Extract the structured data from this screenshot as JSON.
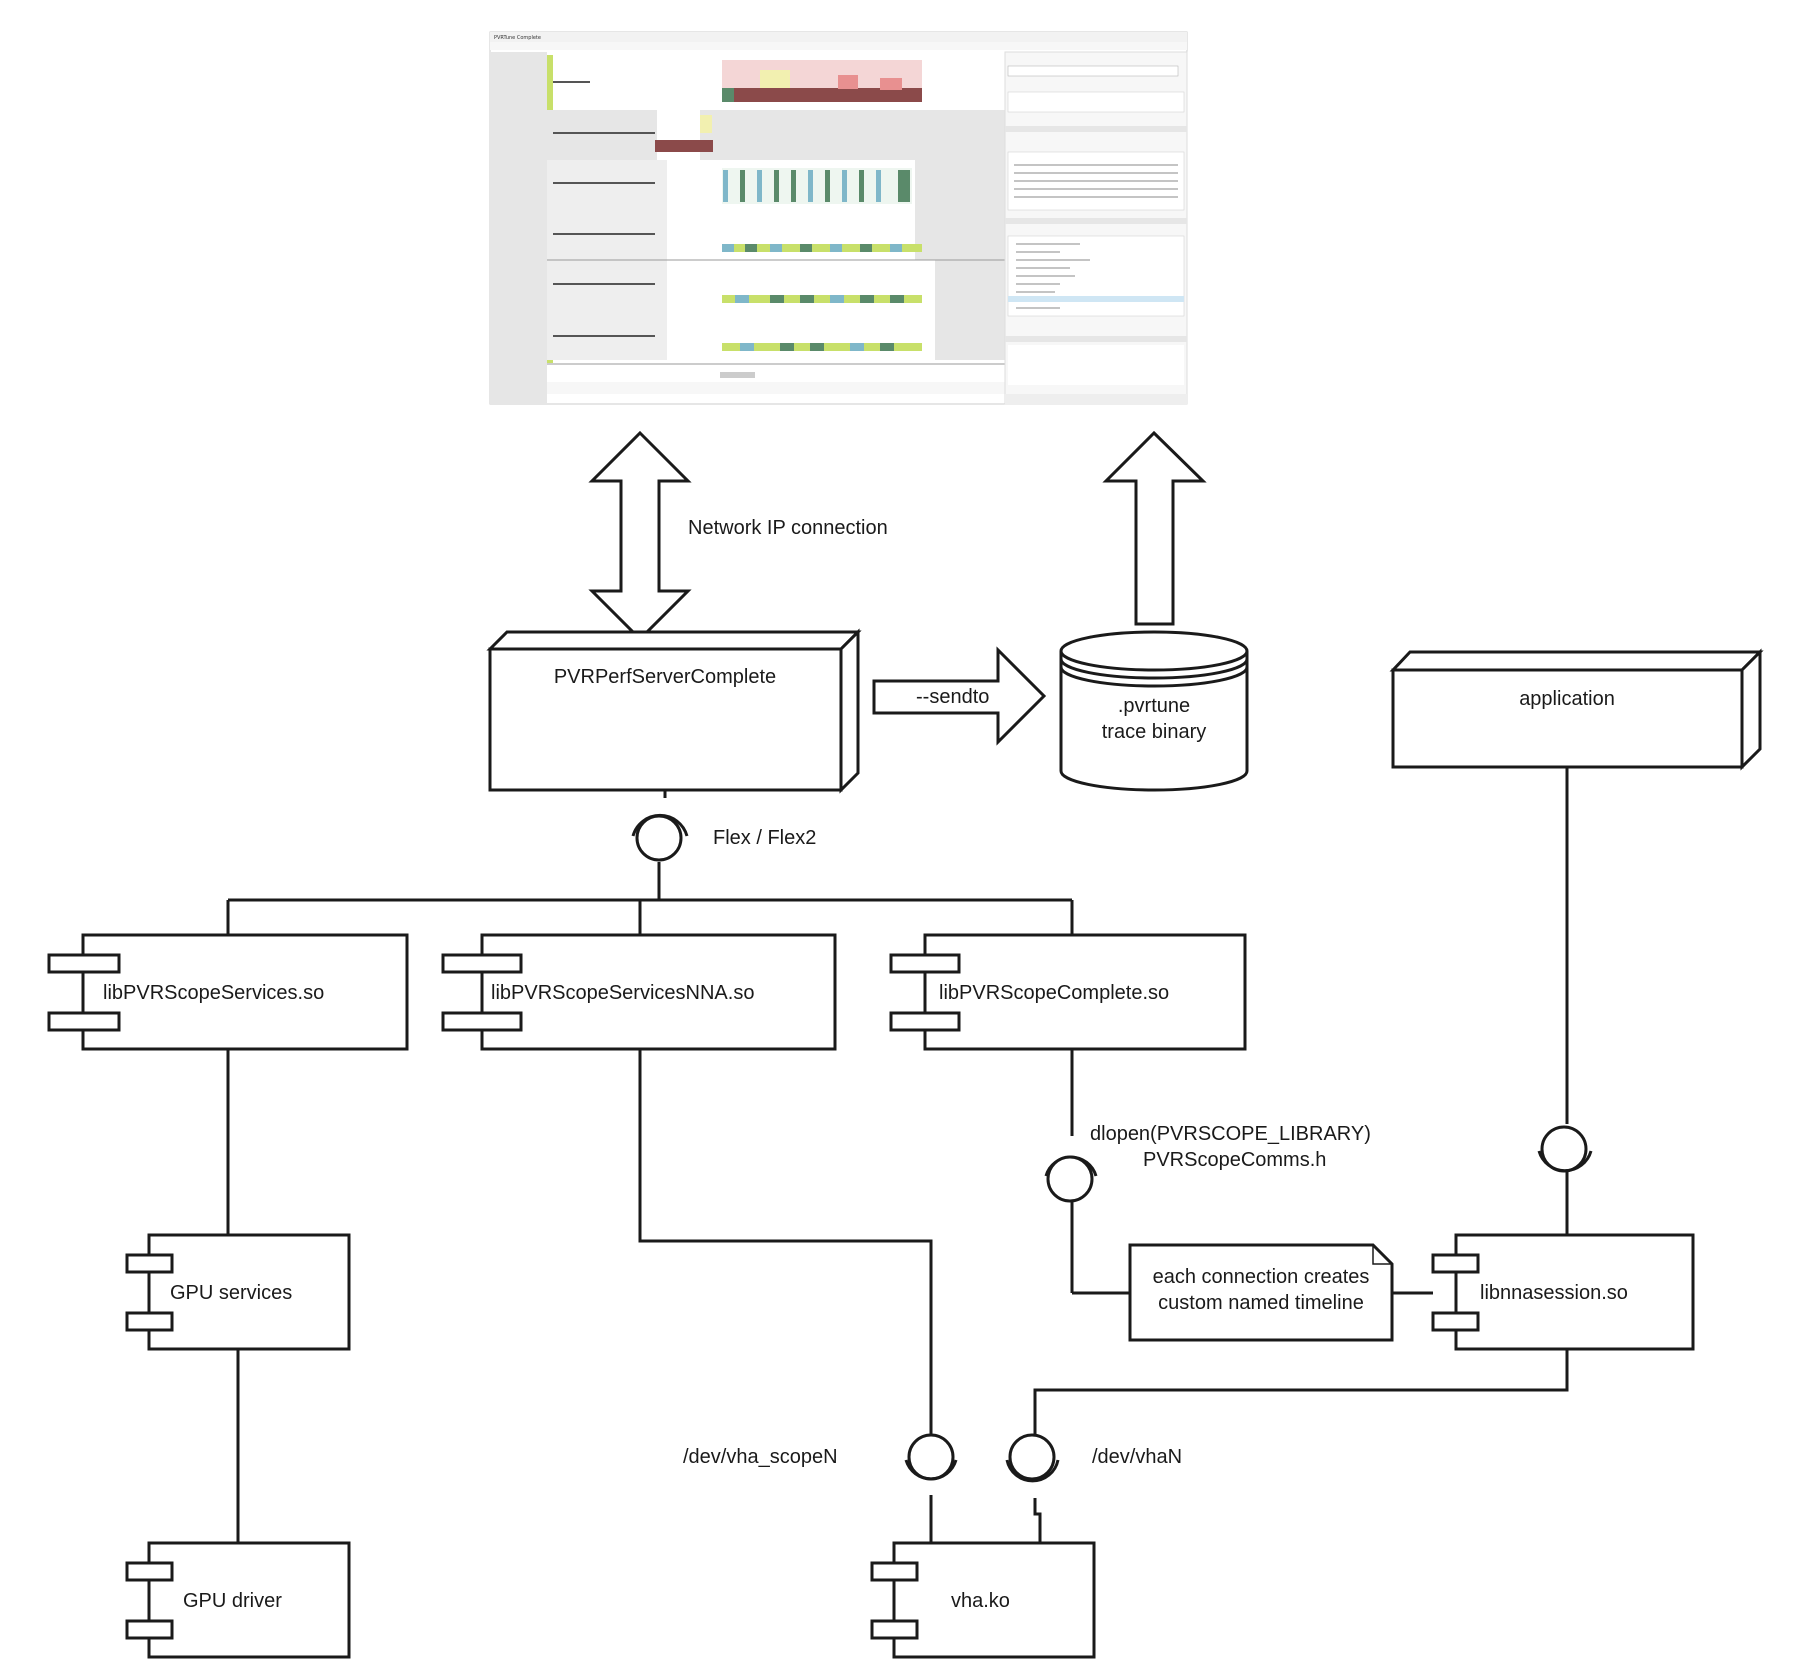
{
  "screenshot": {
    "title_bar_text": "PVRTune Complete",
    "description_icon": "pvrtune-window-thumbnail"
  },
  "arrows": {
    "network_label": "Network IP connection",
    "sendto_label": "--sendto"
  },
  "nodes": {
    "server": "PVRPerfServerComplete",
    "application": "application",
    "trace_line1": ".pvrtune",
    "trace_line2": "trace binary"
  },
  "interfaces": {
    "flex": "Flex / Flex2",
    "dlopen_line1": "dlopen(PVRSCOPE_LIBRARY)",
    "dlopen_line2": "PVRScopeComms.h",
    "vha_scope": "/dev/vha_scopeN",
    "vha": "/dev/vhaN"
  },
  "components": {
    "lib_services": "libPVRScopeServices.so",
    "lib_services_nna": "libPVRScopeServicesNNA.so",
    "lib_complete": "libPVRScopeComplete.so",
    "gpu_services": "GPU services",
    "gpu_driver": "GPU driver",
    "vha_ko": "vha.ko",
    "libnnasession": "libnnasession.so"
  },
  "note": {
    "line1": "each connection creates",
    "line2": "custom named timeline"
  },
  "colors": {
    "line": "#1a1a1a",
    "background": "#ffffff",
    "screenshot_bg": "#e6e6e6",
    "timeline_green": "#5a8a6a",
    "timeline_teal": "#7fb7c9",
    "timeline_red": "#8b4a4a",
    "accent_lime": "#c8e06a"
  }
}
